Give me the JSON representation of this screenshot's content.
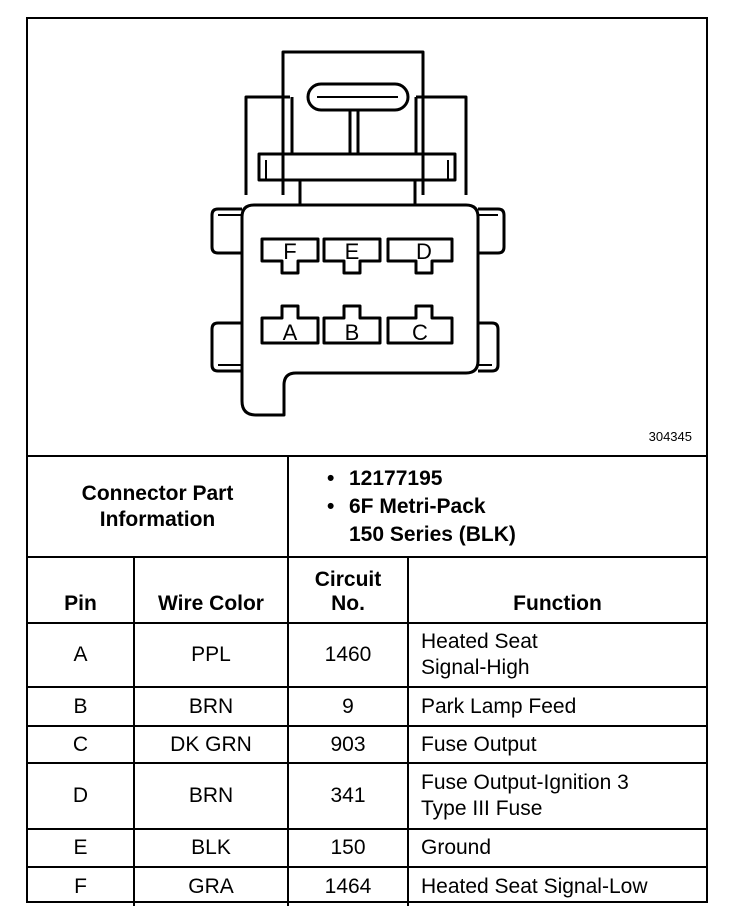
{
  "figure_id": "304345",
  "connector": {
    "pins_top": [
      "F",
      "E",
      "D"
    ],
    "pins_bottom": [
      "A",
      "B",
      "C"
    ]
  },
  "part_info": {
    "label_line1": "Connector Part",
    "label_line2": "Information",
    "items": [
      "12177195",
      "6F Metri-Pack",
      "150 Series (BLK)"
    ]
  },
  "headers": {
    "pin": "Pin",
    "wire_color": "Wire Color",
    "circuit_line1": "Circuit",
    "circuit_line2": "No.",
    "function": "Function"
  },
  "rows": [
    {
      "pin": "A",
      "wire_color": "PPL",
      "circuit": "1460",
      "function_line1": "Heated Seat",
      "function_line2": "Signal-High"
    },
    {
      "pin": "B",
      "wire_color": "BRN",
      "circuit": "9",
      "function_line1": "Park Lamp Feed",
      "function_line2": ""
    },
    {
      "pin": "C",
      "wire_color": "DK GRN",
      "circuit": "903",
      "function_line1": "Fuse Output",
      "function_line2": ""
    },
    {
      "pin": "D",
      "wire_color": "BRN",
      "circuit": "341",
      "function_line1": "Fuse Output-Ignition 3",
      "function_line2": "Type III Fuse"
    },
    {
      "pin": "E",
      "wire_color": "BLK",
      "circuit": "150",
      "function_line1": "Ground",
      "function_line2": ""
    },
    {
      "pin": "F",
      "wire_color": "GRA",
      "circuit": "1464",
      "function_line1": "Heated Seat Signal-Low",
      "function_line2": ""
    }
  ]
}
